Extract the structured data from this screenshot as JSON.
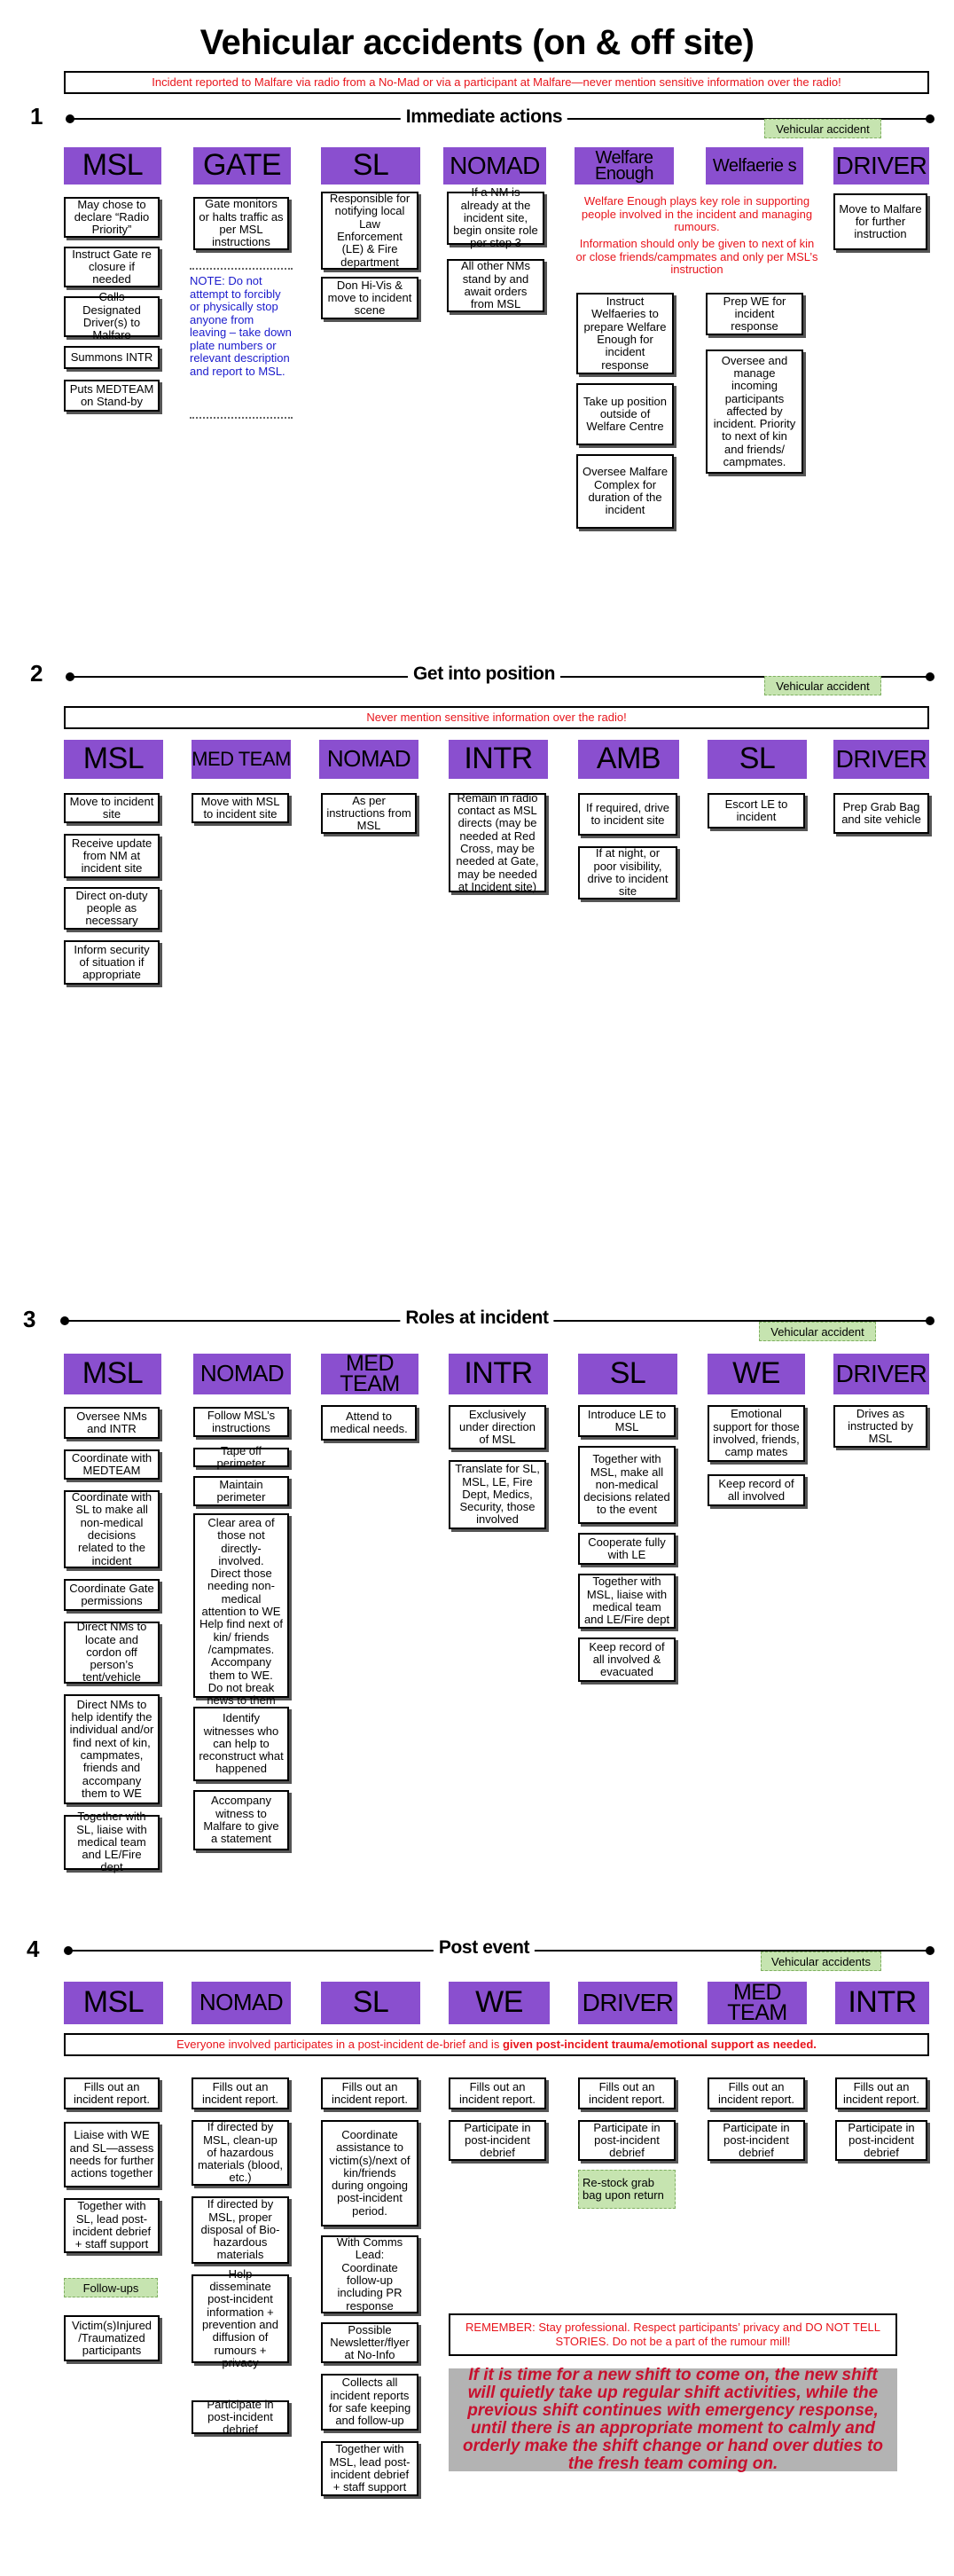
{
  "title": "Vehicular accidents (on & off site)",
  "top_banner": "Incident reported to Malfare via radio from a No-Mad or via a participant at Malfare—never mention sensitive information over the radio!",
  "colors": {
    "header": "#8a4fcf",
    "alert_red": "#e8141b",
    "tag_green": "#c6e4b0",
    "note_blue": "#1a1acc",
    "highlight_gray": "#b3b3b3"
  },
  "s1": {
    "num": "1",
    "phase": "Immediate actions",
    "tag": "Vehicular accident",
    "headers": [
      "MSL",
      "GATE",
      "SL",
      "NOMAD",
      "Welfare Enough",
      "Welfaerie s",
      "DRIVER"
    ],
    "msl": [
      "May chose to declare “Radio Priority”",
      "Instruct Gate re closure if needed",
      "Calls Designated Driver(s) to Malfare",
      "Summons INTR",
      "Puts MEDTEAM on Stand-by"
    ],
    "gate": [
      "Gate monitors or halts traffic as per MSL instructions"
    ],
    "gate_note": "NOTE: Do not attempt to forcibly or physically stop anyone from leaving – take down plate numbers or relevant description and report to MSL.",
    "sl": [
      "Responsible for notifying local Law Enforcement (LE) & Fire department",
      "Don Hi-Vis & move to incident scene"
    ],
    "nomad": [
      "If a NM is already at the incident site, begin onsite role per step 3",
      "All other NMs stand by and await orders from MSL"
    ],
    "we_red_1": "Welfare Enough plays key role in supporting people involved in the incident and managing rumours.",
    "we_red_2": "Information should only be given to next of kin or close friends/campmates and only per MSL’s instruction",
    "we": [
      "Instruct Welfaeries to prepare Welfare Enough for incident response",
      "Take up position outside of Welfare Centre",
      "Oversee Malfare Complex for duration of the incident"
    ],
    "welf": [
      "Prep WE for incident response",
      "Oversee and manage incoming participants affected by incident. Priority to next of kin and friends/ campmates."
    ],
    "driver": [
      "Move to Malfare for further instruction"
    ]
  },
  "s2": {
    "num": "2",
    "phase": "Get into position",
    "tag": "Vehicular accident",
    "banner": "Never mention sensitive information over the radio!",
    "headers": [
      "MSL",
      "MED TEAM",
      "NOMAD",
      "INTR",
      "AMB",
      "SL",
      "DRIVER"
    ],
    "msl": [
      "Move to incident site",
      "Receive update from NM at incident site",
      "Direct on-duty people as necessary",
      "Inform security of situation if appropriate"
    ],
    "med": [
      "Move with MSL to incident site"
    ],
    "nomad": [
      "As per instructions from MSL"
    ],
    "intr": [
      "Remain in radio contact as MSL directs (may be needed at Red Cross, may be needed at Gate, may be needed at Incident site)"
    ],
    "amb": [
      "If required, drive to incident site",
      "If at night, or poor visibility, drive to incident site"
    ],
    "sl": [
      "Escort LE to incident"
    ],
    "driver": [
      "Prep Grab Bag and site vehicle"
    ]
  },
  "s3": {
    "num": "3",
    "phase": "Roles at incident",
    "tag": "Vehicular accident",
    "headers": [
      "MSL",
      "NOMAD",
      "MED TEAM",
      "INTR",
      "SL",
      "WE",
      "DRIVER"
    ],
    "msl": [
      "Oversee NMs and INTR",
      "Coordinate with MEDTEAM",
      "Coordinate with SL to make all non-medical decisions related to the incident",
      "Coordinate Gate permissions",
      "Direct NMs to locate and cordon off person’s tent/vehicle",
      "Direct NMs to help identify the individual and/or find next of kin, campmates, friends and accompany them to WE",
      "Together with SL, liaise with medical team and LE/Fire dept"
    ],
    "nomad": [
      "Follow MSL’s instructions",
      "Tape off perimeter",
      "Maintain perimeter",
      "Clear area of those not directly-involved.",
      "Direct those needing non-medical attention to WE",
      "Help find next of kin/ friends /campmates. Accompany them to WE.",
      "Do not break news to them",
      "Identify witnesses who can help to reconstruct what happened",
      "Accompany witness to Malfare to give a statement"
    ],
    "med": [
      "Attend to medical needs."
    ],
    "intr": [
      "Exclusively under direction of MSL",
      "Translate for SL, MSL, LE, Fire Dept, Medics, Security, those involved"
    ],
    "sl": [
      "Introduce LE to MSL",
      "Together with MSL, make all non-medical decisions related to the event",
      "Cooperate fully with LE",
      "Together with MSL, liaise with medical team and LE/Fire dept",
      "Keep record of all involved & evacuated"
    ],
    "we": [
      "Emotional support for those involved, friends, camp mates",
      "Keep record of all involved"
    ],
    "driver": [
      "Drives as instructed by MSL"
    ]
  },
  "s4": {
    "num": "4",
    "phase": "Post event",
    "tag": "Vehicular accidents",
    "headers": [
      "MSL",
      "NOMAD",
      "SL",
      "WE",
      "DRIVER",
      "MED TEAM",
      "INTR"
    ],
    "banner_a": "Everyone involved participates in a post-incident de-brief and is ",
    "banner_b": "given post-incident trauma/emotional support as needed.",
    "msl": [
      "Fills out an incident report.",
      "Liaise with WE and SL—assess needs for further actions together",
      "Together with SL, lead post-incident debrief + staff support"
    ],
    "followups": "Follow-ups",
    "victims": "Victim(s)Injured /Traumatized participants",
    "nomad": [
      "Fills out an incident report.",
      "If directed by MSL, clean-up of hazardous materials (blood, etc.)",
      "If directed by MSL, proper disposal of Bio-hazardous materials",
      "Help disseminate post-incident information + prevention and diffusion of rumours + privacy",
      "Participate in post-incident debrief"
    ],
    "sl": [
      "Fills out an incident report.",
      "Coordinate assistance to victim(s)/next of kin/friends during ongoing post-incident period.",
      "With Comms Lead: Coordinate follow-up including PR response",
      "Possible Newsletter/flyer at No-Info",
      "Collects all incident reports for safe keeping and follow-up",
      "Together with MSL, lead post-incident debrief + staff support"
    ],
    "we": [
      "Fills out an incident report.",
      "Participate in post-incident debrief"
    ],
    "driver": [
      "Fills out an incident report.",
      "Participate in post-incident debrief"
    ],
    "driver_restock": "Re-stock grab bag upon return",
    "med": [
      "Fills out an incident report.",
      "Participate in post-incident debrief"
    ],
    "intr": [
      "Fills out an incident report.",
      "Participate in post-incident debrief"
    ],
    "remember": "REMEMBER: Stay professional. Respect participants’ privacy and DO NOT TELL STORIES. Do not be a part of the rumour mill!",
    "shift": "If it is time for a new shift to come on, the new shift will quietly take up regular shift activities, while the previous shift continues with emergency response, until there is an appropriate moment to calmly and orderly make the shift change or hand over duties to the fresh team coming on."
  }
}
